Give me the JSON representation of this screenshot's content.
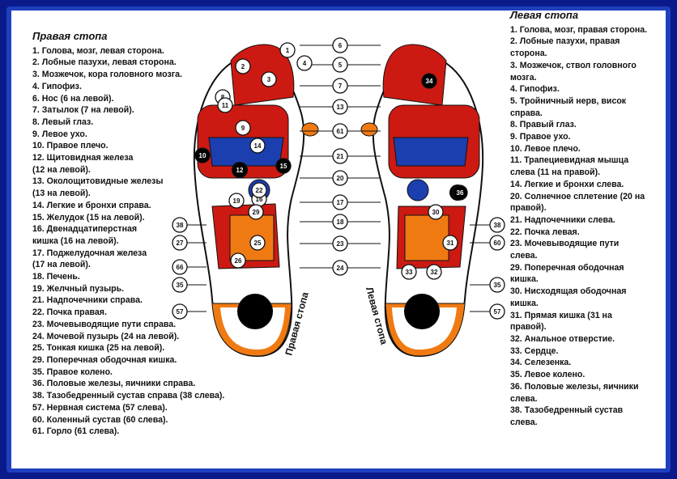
{
  "colors": {
    "frame": "#0a1a8a",
    "red": "#cc1a12",
    "darkred": "#8a0d0d",
    "orange": "#f07a12",
    "blue": "#1c3fb0",
    "black": "#000000"
  },
  "right_foot": {
    "title": "Правая стопа",
    "items": [
      "1. Голова, мозг, левая сторона.",
      "2. Лобные пазухи, левая сторона.",
      "3. Мозжечок, кора головного мозга.",
      "4. Гипофиз.",
      "6. Нос (6 на левой).",
      "7. Затылок (7 на левой).",
      "8. Левый глаз.",
      "9. Левое ухо.",
      "10. Правое плечо.",
      "12. Щитовидная железа",
      "(12 на левой).",
      "13. Околощитовидные железы",
      "(13 на левой).",
      "14. Легкие и бронхи справа.",
      "15. Желудок (15 на левой).",
      "16. Двенадцатиперстная",
      "кишка (16 на левой).",
      "17. Поджелудочная железа",
      "(17 на левой).",
      "18. Печень.",
      "19. Желчный пузырь.",
      "21. Надпочечники справа.",
      "22. Почка правая.",
      "23. Мочевыводящие пути справа.",
      "24. Мочевой пузырь (24 на левой).",
      "25. Тонкая кишка (25 на левой).",
      "29. Поперечная ободочная кишка.",
      "35. Правое колено.",
      "36. Половые железы, яичники справа.",
      "38. Тазобедренный сустав справа (38 слева).",
      "57. Нервная система (57 слева).",
      "60. Коленный сустав (60 слева).",
      "61. Горло (61 слева)."
    ]
  },
  "left_foot": {
    "title": "Левая стопа",
    "items": [
      "1. Голова, мозг, правая сторона.",
      "2. Лобные пазухи, правая сторона.",
      "3. Мозжечок, ствол головного мозга.",
      "4. Гипофиз.",
      "5. Тройничный нерв, висок справа.",
      "8. Правый глаз.",
      "9. Правое ухо.",
      "10. Левое плечо.",
      "11. Трапециевидная мышца слева (11 на правой).",
      "14. Легкие и бронхи слева.",
      "20. Солнечное сплетение (20 на правой).",
      "21. Надпочечники слева.",
      "22. Почка левая.",
      "23. Мочевыводящие пути слева.",
      "29. Поперечная ободочная кишка.",
      "30. Нисходящая ободочная кишка.",
      "31. Прямая кишка (31 на правой).",
      "32. Анальное отверстие.",
      "33. Сердце.",
      "34. Селезенка.",
      "35. Левое колено.",
      "36. Половые железы, яичники слева.",
      "38. Тазобедренный сустав слева."
    ]
  },
  "diagram": {
    "sole_label_right": "Правая стопа",
    "sole_label_left": "Левая стопа",
    "center_callouts": [
      "6",
      "5",
      "7",
      "13",
      "61",
      "21",
      "20",
      "17",
      "18",
      "23",
      "24"
    ],
    "side_callouts_left": [
      "38",
      "27",
      "66",
      "35",
      "57"
    ],
    "side_callouts_right": [
      "38",
      "60",
      "35",
      "57"
    ],
    "zone_numbers": [
      "1",
      "2",
      "3",
      "4",
      "8",
      "9",
      "10",
      "11",
      "12",
      "14",
      "15",
      "16",
      "19",
      "22",
      "25",
      "26",
      "29",
      "30",
      "31",
      "32",
      "33",
      "34",
      "36"
    ]
  }
}
